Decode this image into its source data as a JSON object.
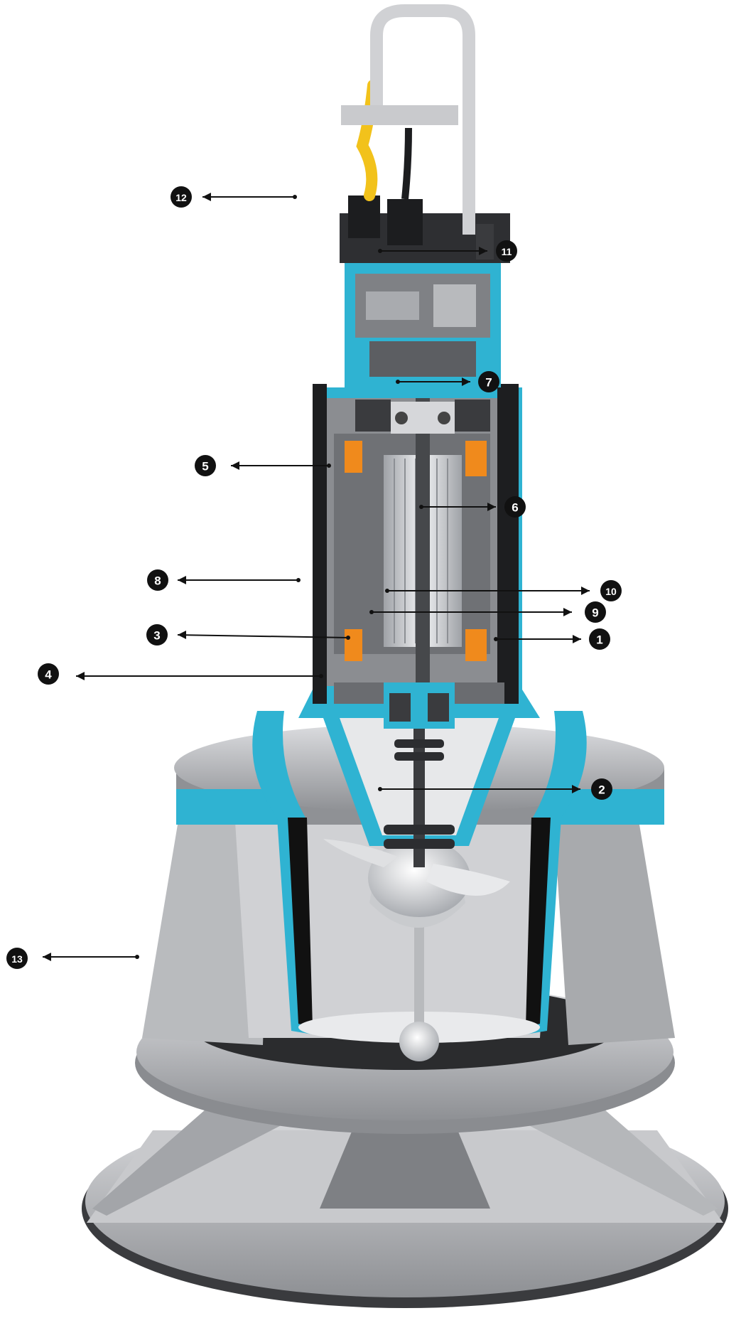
{
  "colors": {
    "housing_blue": "#2fb3d2",
    "housing_blue_dark": "#1c8fae",
    "steel_light": "#e3e4e6",
    "steel_mid": "#b3b5b8",
    "steel_dark": "#6e7074",
    "winding": "#f08a1c",
    "cable_yellow": "#f2c21b",
    "badge": "#111111",
    "arrow": "#111111"
  },
  "callouts": [
    {
      "id": "c1",
      "label": "1",
      "icon": "circle-badge"
    },
    {
      "id": "c2",
      "label": "2",
      "icon": "circle-badge"
    },
    {
      "id": "c3",
      "label": "3",
      "icon": "circle-badge"
    },
    {
      "id": "c4",
      "label": "4",
      "icon": "circle-badge"
    },
    {
      "id": "c5",
      "label": "5",
      "icon": "circle-badge"
    },
    {
      "id": "c6",
      "label": "6",
      "icon": "circle-badge"
    },
    {
      "id": "c7",
      "label": "7",
      "icon": "circle-badge"
    },
    {
      "id": "c8",
      "label": "8",
      "icon": "circle-badge"
    },
    {
      "id": "c9",
      "label": "9",
      "icon": "circle-badge"
    },
    {
      "id": "c10",
      "label": "10",
      "icon": "circle-badge"
    },
    {
      "id": "c11",
      "label": "11",
      "icon": "circle-badge"
    },
    {
      "id": "c12",
      "label": "12",
      "icon": "circle-badge"
    },
    {
      "id": "c13",
      "label": "13",
      "icon": "circle-badge"
    }
  ]
}
